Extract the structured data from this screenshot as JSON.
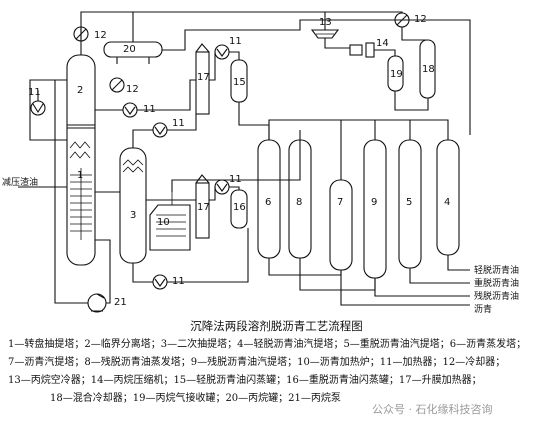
{
  "diagram": {
    "feed_label": "减压渣油",
    "outputs": [
      "轻脱沥青油",
      "重脱沥青油",
      "残脱沥青油",
      "沥青"
    ],
    "unit_numbers": [
      "1",
      "2",
      "3",
      "4",
      "5",
      "6",
      "7",
      "8",
      "9",
      "10",
      "11",
      "12",
      "13",
      "14",
      "15",
      "16",
      "17",
      "18",
      "19",
      "20",
      "21"
    ]
  },
  "caption": "沉降法两段溶剂脱沥青工艺流程图",
  "legend_lines": [
    "1—转盘抽提塔；2—临界分离塔；3—二次抽提塔；4—轻脱沥青油汽提塔；5—重脱沥青油汽提塔；6—沥青蒸发塔；",
    "7—沥青汽提塔；8—残脱沥青油蒸发塔；9—残脱沥青油汽提塔；10—沥青加热炉；11—加热器；12—冷却器；",
    "13—丙烷空冷器；14—丙烷压缩机；15—轻脱沥青油闪蒸罐；16—重脱沥青油闪蒸罐；17—升膜加热器；",
    "18—混合冷却器；19—丙烷气接收罐；20—丙烷罐；21—丙烷泵"
  ],
  "watermark": "公众号 · 石化缘科技咨询"
}
